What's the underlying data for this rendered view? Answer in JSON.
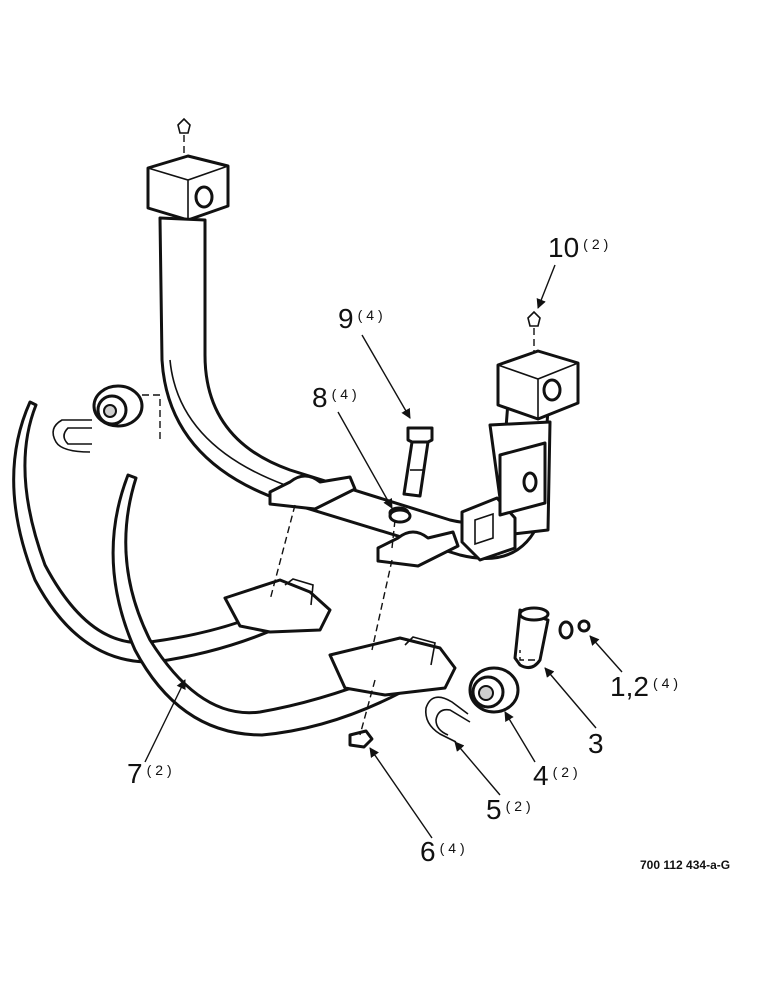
{
  "callouts": {
    "c1": {
      "num": "1,2",
      "qty": "(4)"
    },
    "c3": {
      "num": "3",
      "qty": ""
    },
    "c4": {
      "num": "4",
      "qty": "(2)"
    },
    "c5": {
      "num": "5",
      "qty": "(2)"
    },
    "c6": {
      "num": "6",
      "qty": "(4)"
    },
    "c7": {
      "num": "7",
      "qty": "(2)"
    },
    "c8": {
      "num": "8",
      "qty": "(4)"
    },
    "c9": {
      "num": "9",
      "qty": "(4)"
    },
    "c10": {
      "num": "10",
      "qty": "(2)"
    }
  },
  "drawing_code": "700 112 434-a-G"
}
